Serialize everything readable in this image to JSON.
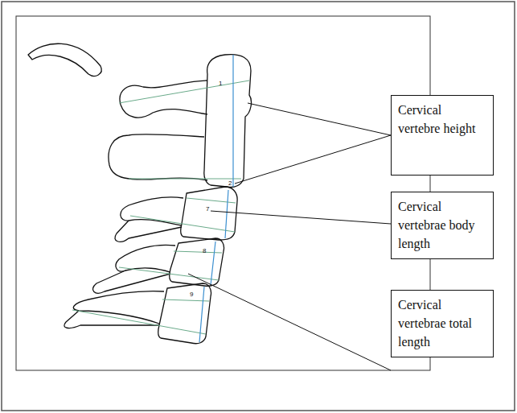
{
  "diagram": {
    "nodes": [
      {
        "text": [
          "Cervical vertebre height"
        ]
      },
      {
        "text": [
          "Cervical vertebrae body length"
        ]
      },
      {
        "text": [
          "Cervical vertebrae total length"
        ]
      }
    ],
    "labels": [
      "1",
      "2",
      "7",
      "8",
      "9"
    ]
  }
}
